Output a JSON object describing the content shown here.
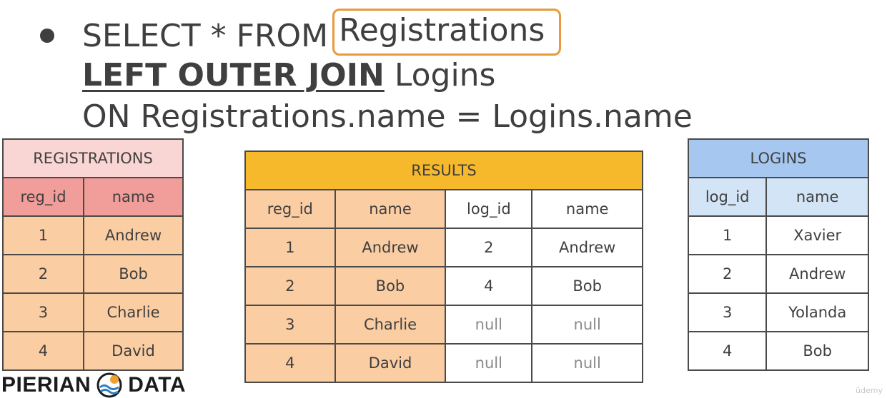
{
  "sql": {
    "line1_prefix": "SELECT * FROM",
    "line1_table": "Registrations",
    "line2_keyword": "LEFT OUTER JOIN",
    "line2_table": "Logins",
    "line3": "ON Registrations.name = Logins.name"
  },
  "registrations": {
    "title": "REGISTRATIONS",
    "headers": [
      "reg_id",
      "name"
    ],
    "rows": [
      [
        "1",
        "Andrew"
      ],
      [
        "2",
        "Bob"
      ],
      [
        "3",
        "Charlie"
      ],
      [
        "4",
        "David"
      ]
    ]
  },
  "results": {
    "title": "RESULTS",
    "headers": [
      "reg_id",
      "name",
      "log_id",
      "name"
    ],
    "rows": [
      [
        "1",
        "Andrew",
        "2",
        "Andrew"
      ],
      [
        "2",
        "Bob",
        "4",
        "Bob"
      ],
      [
        "3",
        "Charlie",
        "null",
        "null"
      ],
      [
        "4",
        "David",
        "null",
        "null"
      ]
    ]
  },
  "logins": {
    "title": "LOGINS",
    "headers": [
      "log_id",
      "name"
    ],
    "rows": [
      [
        "1",
        "Xavier"
      ],
      [
        "2",
        "Andrew"
      ],
      [
        "3",
        "Yolanda"
      ],
      [
        "4",
        "Bob"
      ]
    ]
  },
  "logo": {
    "left": "PIERIAN",
    "right": "DATA"
  },
  "watermark": "ûdemy",
  "colors": {
    "highlight_border": "#e89a3c",
    "registrations_title": "#f9d5d3",
    "registrations_header": "#f19d99",
    "orange_cell": "#fbcda3",
    "results_title": "#f6b92b",
    "logins_title": "#a6c8f0",
    "logins_header": "#d3e4f6"
  }
}
